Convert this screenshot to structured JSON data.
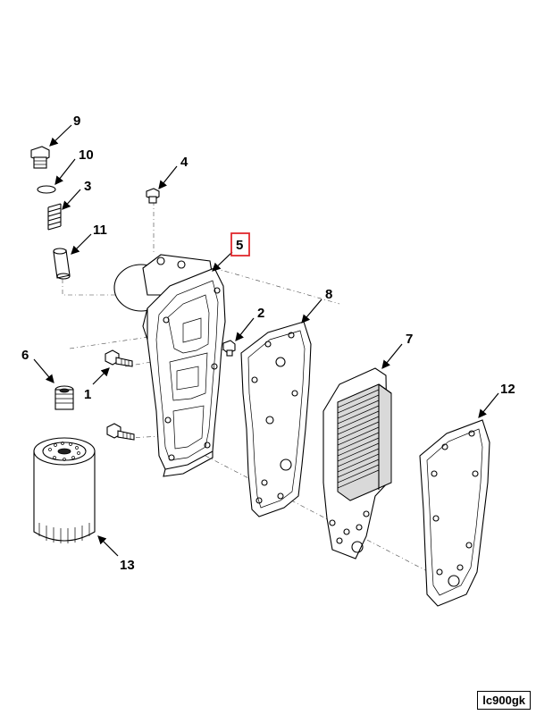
{
  "callouts": {
    "c1": "1",
    "c2": "2",
    "c3": "3",
    "c4": "4",
    "c5": "5",
    "c6": "6",
    "c7": "7",
    "c8": "8",
    "c9": "9",
    "c10": "10",
    "c11": "11",
    "c12": "12",
    "c13": "13"
  },
  "highlighted_callout": "5",
  "highlight_color": "#e0282e",
  "reference_code": "lc900gk"
}
